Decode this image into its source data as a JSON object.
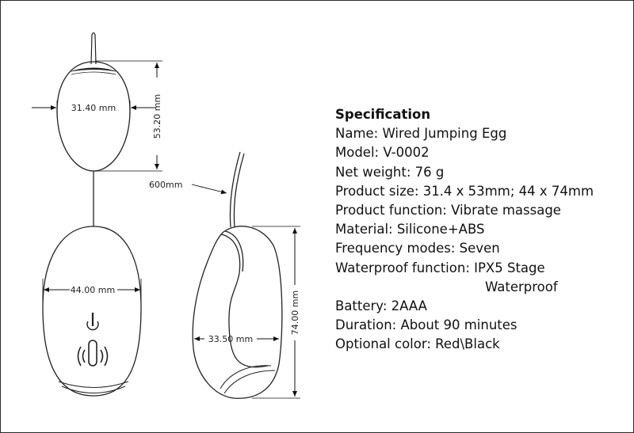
{
  "dimensions": {
    "small_width": "31.40 mm",
    "small_height": "53.20 mm",
    "cord_length": "600mm",
    "large_width": "44.00 mm",
    "side_thickness": "33.50 mm",
    "large_height": "74.00 mm"
  },
  "spec": {
    "title": "Specification",
    "name": "Name: Wired Jumping Egg",
    "model": "Model: V-0002",
    "net_weight": "Net weight: 76 g",
    "size": "Product size: 31.4 x 53mm; 44 x 74mm",
    "function": "Product function: Vibrate massage",
    "material": "Material: Silicone+ABS",
    "frequency": "Frequency modes: Seven",
    "waterproof": "Waterproof function: IPX5 Stage",
    "waterproof_cont": "Waterproof",
    "battery": "Battery: 2AAA",
    "duration": "Duration: About 90 minutes",
    "color": "Optional color: Red\\Black"
  }
}
